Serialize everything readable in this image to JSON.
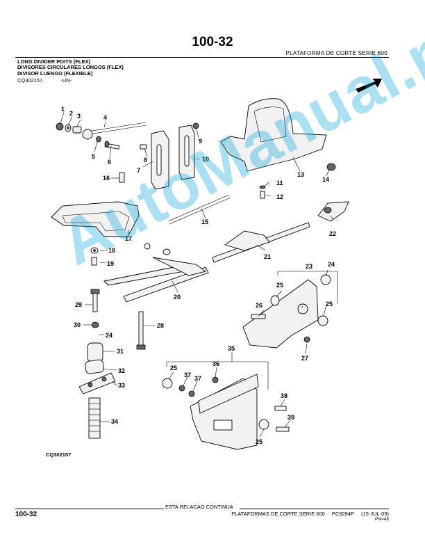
{
  "header": {
    "page_number": "100-32",
    "series": "PLATAFORMA DE CORTE SERIE 600"
  },
  "titles": [
    "LONG DIVIDER POITS (FLEX)",
    "DIVISORES CIRCULARES LONGOS (FLEX)",
    "DIVISOR LUENGO (FLEXIBLE)"
  ],
  "figure": {
    "id": "CQ302157",
    "code": "-UN-",
    "caption": "CQ302157"
  },
  "callouts": [
    "1",
    "2",
    "3",
    "4",
    "5",
    "6",
    "7",
    "8",
    "9",
    "10",
    "11",
    "12",
    "13",
    "14",
    "15",
    "16",
    "17",
    "18",
    "19",
    "20",
    "21",
    "22",
    "23",
    "24",
    "24",
    "25",
    "25",
    "25",
    "25",
    "26",
    "27",
    "28",
    "29",
    "30",
    "31",
    "32",
    "33",
    "34",
    "35",
    "36",
    "37",
    "37",
    "38",
    "39"
  ],
  "watermark": "AutoManual.net",
  "footer": {
    "continues": "ESTA RELACAO CONTINUA",
    "page_number": "100-32",
    "book_title": "PLATAFORMAS DE CORTE SERIE 600",
    "pc_number": "PC9284P",
    "date": "(15-JUL-09)",
    "pn": "PN=48"
  },
  "colors": {
    "watermark": "#00a0dc",
    "ink": "#000000"
  }
}
